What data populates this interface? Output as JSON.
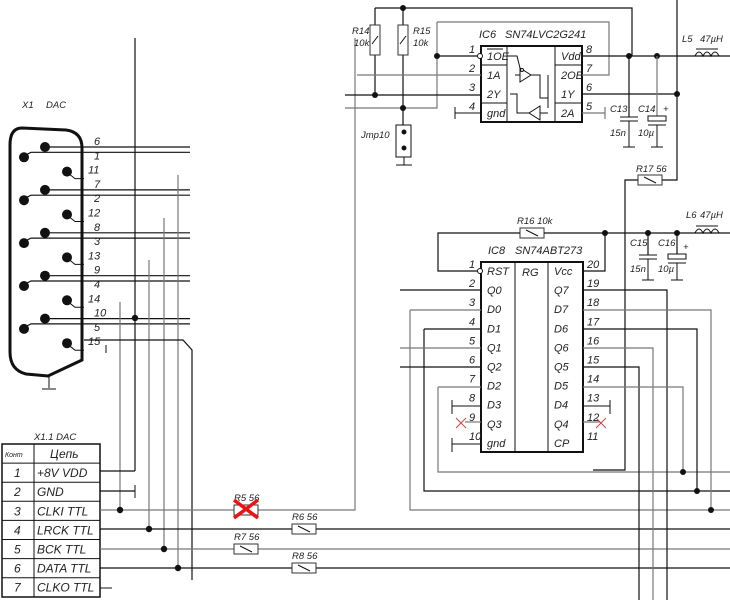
{
  "connector_x1": {
    "ref": "X1",
    "name": "DAC",
    "pins": [
      "6",
      "1",
      "11",
      "7",
      "2",
      "12",
      "8",
      "3",
      "13",
      "9",
      "4",
      "14",
      "10",
      "5",
      "15"
    ]
  },
  "table_x11": {
    "title": "X1.1  DAC",
    "headers": [
      "Конт",
      "Цепь"
    ],
    "rows": [
      {
        "pin": "1",
        "net": "+8V VDD"
      },
      {
        "pin": "2",
        "net": "GND"
      },
      {
        "pin": "3",
        "net": "CLKI TTL"
      },
      {
        "pin": "4",
        "net": "LRCK TTL"
      },
      {
        "pin": "5",
        "net": "BCK   TTL"
      },
      {
        "pin": "6",
        "net": "DATA TTL"
      },
      {
        "pin": "7",
        "net": "CLKO TTL"
      }
    ]
  },
  "ic6": {
    "ref": "IC6",
    "part": "SN74LVC2G241",
    "left_pins": [
      {
        "num": "1",
        "name": "1OE"
      },
      {
        "num": "2",
        "name": "1A"
      },
      {
        "num": "3",
        "name": "2Y"
      },
      {
        "num": "4",
        "name": "gnd"
      }
    ],
    "right_pins": [
      {
        "num": "8",
        "name": "Vdd"
      },
      {
        "num": "7",
        "name": "2OE"
      },
      {
        "num": "6",
        "name": "1Y"
      },
      {
        "num": "5",
        "name": "2A"
      }
    ]
  },
  "ic8": {
    "ref": "IC8",
    "part": "SN74ABT273",
    "center": "RG",
    "left_pins": [
      {
        "num": "1",
        "name": "RST"
      },
      {
        "num": "2",
        "name": "Q0"
      },
      {
        "num": "3",
        "name": "D0"
      },
      {
        "num": "4",
        "name": "D1"
      },
      {
        "num": "5",
        "name": "Q1"
      },
      {
        "num": "6",
        "name": "Q2"
      },
      {
        "num": "7",
        "name": "D2"
      },
      {
        "num": "8",
        "name": "D3"
      },
      {
        "num": "9",
        "name": "Q3"
      },
      {
        "num": "10",
        "name": "gnd"
      }
    ],
    "right_pins": [
      {
        "num": "20",
        "name": "Vcc"
      },
      {
        "num": "19",
        "name": "Q7"
      },
      {
        "num": "18",
        "name": "D7"
      },
      {
        "num": "17",
        "name": "D6"
      },
      {
        "num": "16",
        "name": "Q6"
      },
      {
        "num": "15",
        "name": "Q5"
      },
      {
        "num": "14",
        "name": "D5"
      },
      {
        "num": "13",
        "name": "D4"
      },
      {
        "num": "12",
        "name": "Q4"
      },
      {
        "num": "11",
        "name": "CP"
      }
    ]
  },
  "resistors": {
    "r14": {
      "ref": "R14",
      "value": "10k"
    },
    "r15": {
      "ref": "R15",
      "value": "10k"
    },
    "r16": {
      "ref": "R16 10k"
    },
    "r17": {
      "ref": "R17 56"
    },
    "r5": {
      "ref": "R5 56",
      "removed": true
    },
    "r6": {
      "ref": "R6 56"
    },
    "r7": {
      "ref": "R7 56"
    },
    "r8": {
      "ref": "R8 56"
    }
  },
  "capacitors": {
    "c13": {
      "ref": "C13",
      "value": "15n"
    },
    "c14": {
      "ref": "C14",
      "value": "10µ",
      "polarity": "+"
    },
    "c15": {
      "ref": "C15",
      "value": "15n"
    },
    "c16": {
      "ref": "C16",
      "value": "10µ",
      "polarity": "+"
    }
  },
  "inductors": {
    "l5": {
      "ref": "L5",
      "value": "47µH"
    },
    "l6": {
      "ref": "L6",
      "value": "47µH"
    }
  },
  "jumper": {
    "ref": "Jmp10"
  },
  "colors": {
    "wire": "#111111",
    "wire_alt": "#777777",
    "mark_removed": "#ee1111",
    "nc_mark": "#cc4444"
  }
}
